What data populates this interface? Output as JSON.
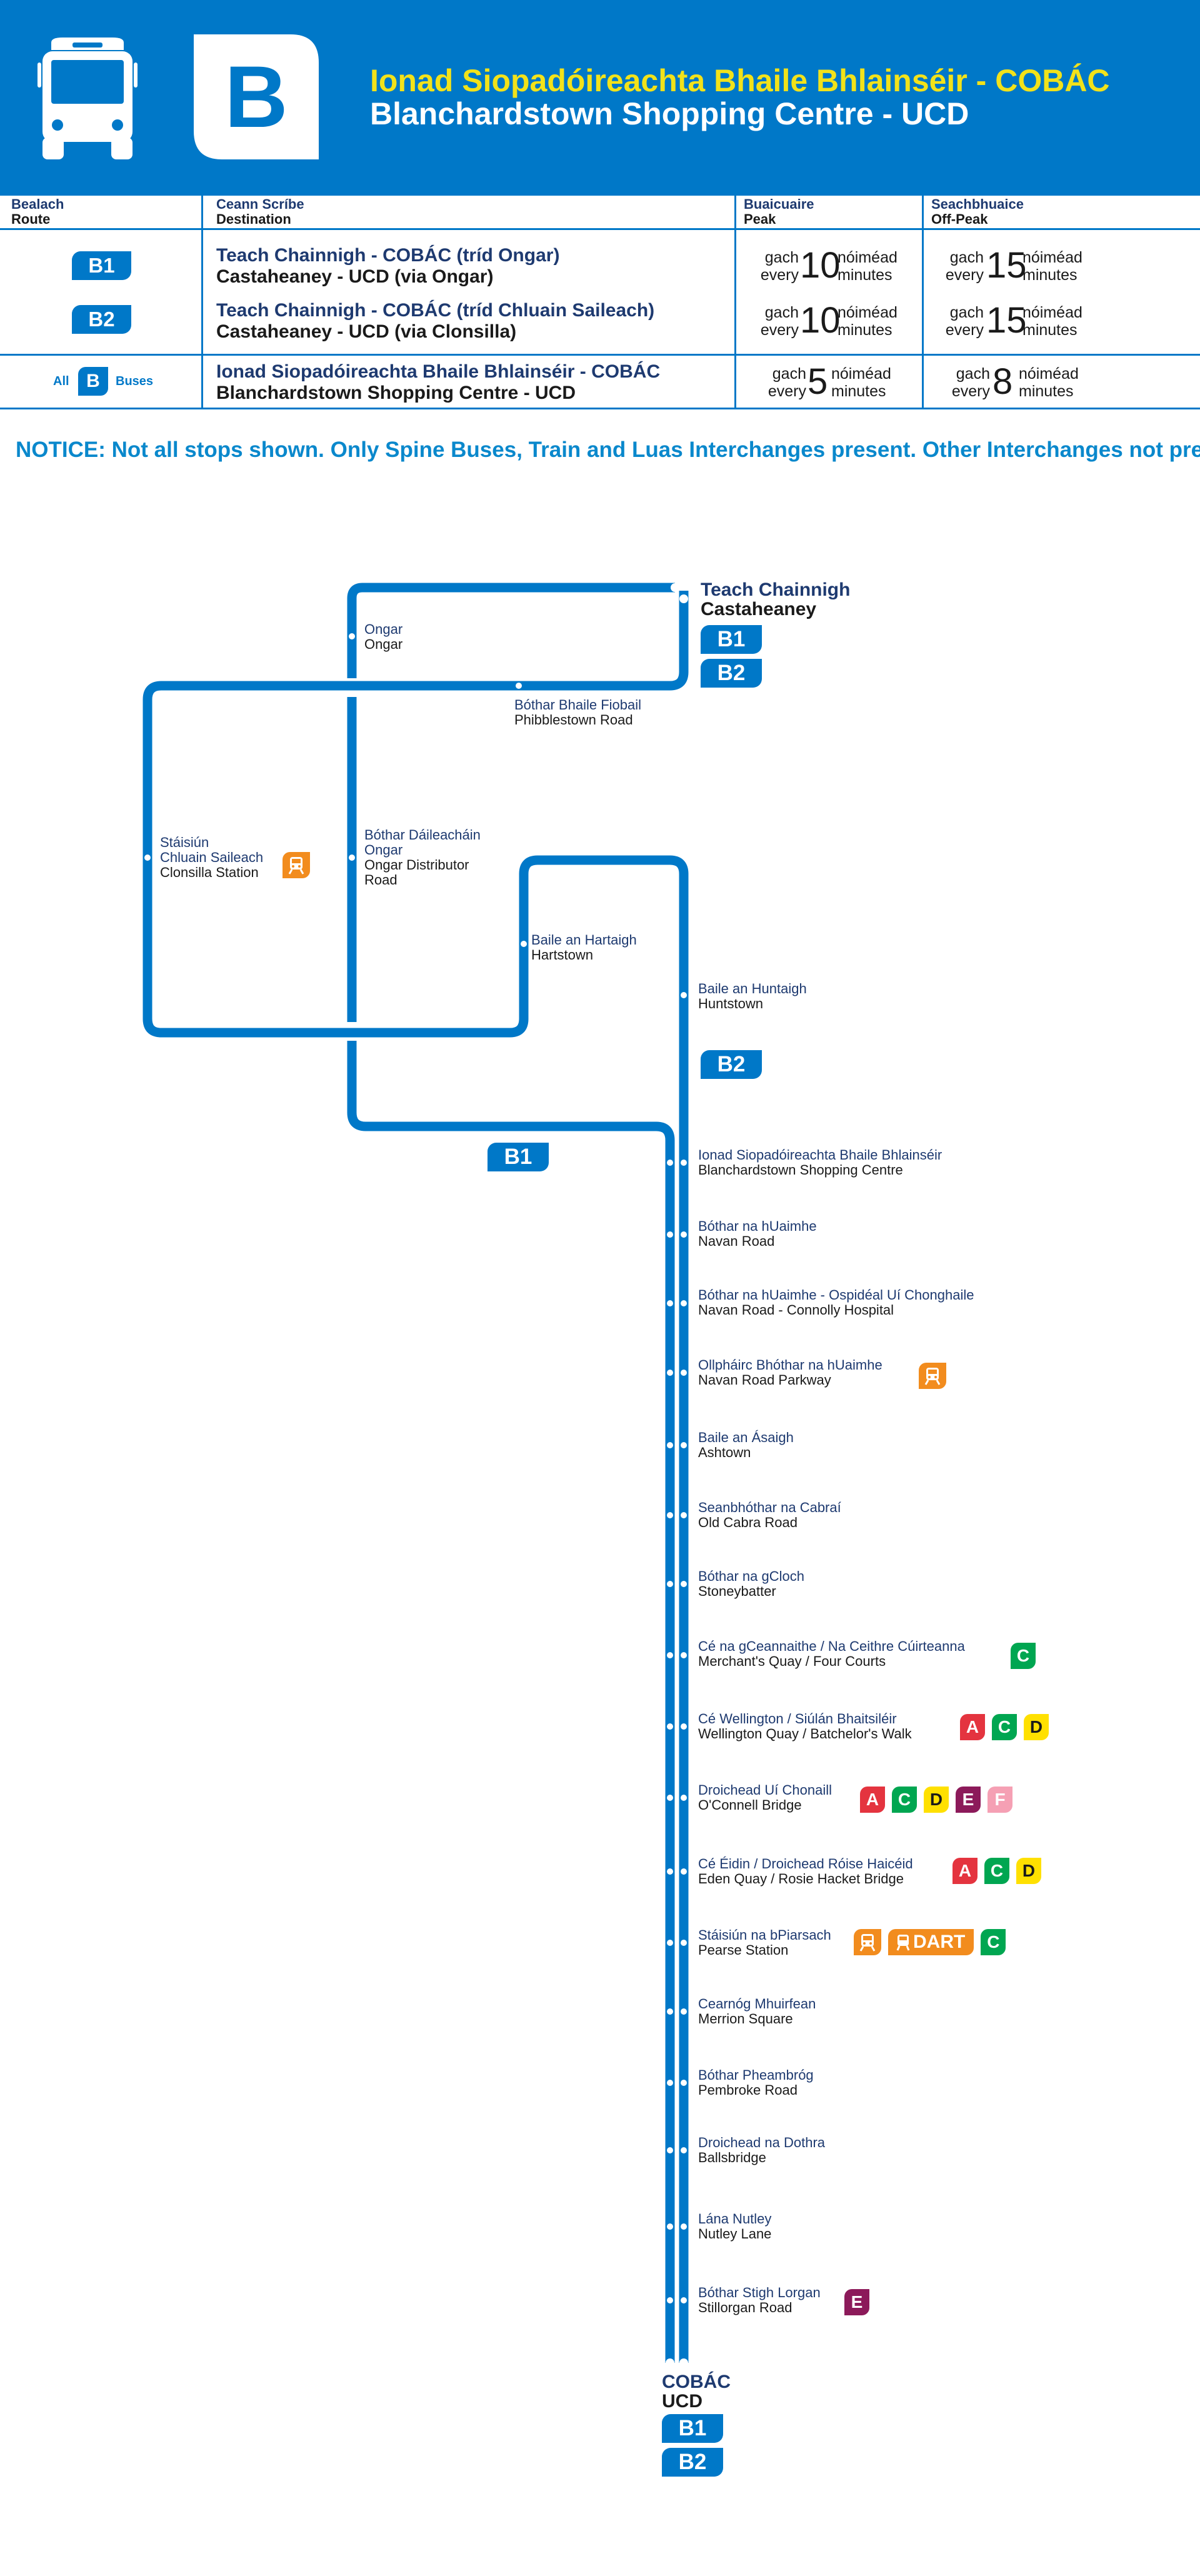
{
  "header": {
    "route_letter": "B",
    "title_ga": "Ionad Siopadóireachta Bhaile Bhlainséir - COBÁC",
    "title_en": "Blanchardstown Shopping Centre - UCD"
  },
  "table": {
    "headers": {
      "route_ga": "Bealach",
      "route_en": "Route",
      "dest_ga": "Ceann Scríbe",
      "dest_en": "Destination",
      "peak_ga": "Buaicuaire",
      "peak_en": "Peak",
      "offpeak_ga": "Seachbhuaice",
      "offpeak_en": "Off-Peak"
    },
    "rows": [
      {
        "route": "B1",
        "dest_ga": "Teach Chainnigh - COBÁC (tríd Ongar)",
        "dest_en": "Castaheaney - UCD (via Ongar)",
        "peak": "10",
        "offpeak": "15"
      },
      {
        "route": "B2",
        "dest_ga": "Teach Chainnigh - COBÁC (tríd Chluain Saileach)",
        "dest_en": "Castaheaney - UCD (via Clonsilla)",
        "peak": "10",
        "offpeak": "15"
      }
    ],
    "all_row": {
      "all": "All",
      "letter": "B",
      "buses": "Buses",
      "dest_ga": "Ionad Siopadóireachta Bhaile Bhlainséir - COBÁC",
      "dest_en": "Blanchardstown Shopping Centre - UCD",
      "peak": "5",
      "offpeak": "8"
    },
    "freq_words": {
      "every_ga": "gach",
      "every_en": "every",
      "min_ga": "nóiméad",
      "min_en": "minutes"
    }
  },
  "notice": "NOTICE: Not all stops shown. Only Spine Buses, Train and Luas Interchanges present. Other Interchanges not present",
  "map": {
    "colors": {
      "route": "#0078c8",
      "train": "#f28c1e",
      "luas_red": "#e4343f",
      "luas_green": "#00a651",
      "luas_yellow": "#ffe000",
      "luas_purple": "#8c1a5a",
      "luas_pink": "#f5a0b4"
    },
    "terminus_start": {
      "ga": "Teach Chainnigh",
      "en": "Castaheaney",
      "routes": [
        "B1",
        "B2"
      ]
    },
    "branch_stops": {
      "ongar": {
        "ga": "Ongar",
        "en": "Ongar"
      },
      "phibblestown": {
        "ga": "Bóthar Bhaile Fiobail",
        "en": "Phibblestown Road"
      },
      "clonsilla": {
        "ga1": "Stáisiún",
        "ga2": "Chluain Saileach",
        "en": "Clonsilla Station"
      },
      "ongar_distributor": {
        "ga1": "Bóthar Dáileacháin",
        "ga2": "Ongar",
        "en1": "Ongar Distributor",
        "en2": "Road"
      },
      "hartstown": {
        "ga": "Baile an Hartaigh",
        "en": "Hartstown"
      },
      "huntstown": {
        "ga": "Baile an Huntaigh",
        "en": "Huntstown"
      }
    },
    "branch_labels": {
      "b1": "B1",
      "b2": "B2"
    },
    "spine_stops": [
      {
        "ga": "Ionad Siopadóireachta Bhaile Bhlainséir",
        "en": "Blanchardstown Shopping Centre"
      },
      {
        "ga": "Bóthar na hUaimhe",
        "en": "Navan Road"
      },
      {
        "ga": "Bóthar na hUaimhe - Ospidéal Uí Chonghaile",
        "en": "Navan Road - Connolly Hospital"
      },
      {
        "ga": "Ollpháirc Bhóthar na hUaimhe",
        "en": "Navan Road Parkway"
      },
      {
        "ga": "Baile an Ásaigh",
        "en": "Ashtown"
      },
      {
        "ga": "Seanbhóthar na Cabraí",
        "en": "Old Cabra Road"
      },
      {
        "ga": "Bóthar na gCloch",
        "en": "Stoneybatter"
      },
      {
        "ga": "Cé na gCeannaithe / Na Ceithre Cúirteanna",
        "en": "Merchant's Quay / Four Courts"
      },
      {
        "ga": "Cé Wellington / Siúlán Bhaitsiléir",
        "en": "Wellington Quay / Batchelor's Walk"
      },
      {
        "ga": "Droichead Uí Chonaill",
        "en": "O'Connell Bridge"
      },
      {
        "ga": "Cé Éidin / Droichead Róise Haicéid",
        "en": "Eden Quay / Rosie Hacket Bridge"
      },
      {
        "ga": "Stáisiún na bPiarsach",
        "en": "Pearse Station"
      },
      {
        "ga": "Cearnóg Mhuirfean",
        "en": "Merrion Square"
      },
      {
        "ga": "Bóthar Pheambróg",
        "en": "Pembroke Road"
      },
      {
        "ga": "Droichead na Dothra",
        "en": "Ballsbridge"
      },
      {
        "ga": "Lána Nutley",
        "en": "Nutley Lane"
      },
      {
        "ga": "Bóthar Stigh Lorgan",
        "en": "Stillorgan Road"
      }
    ],
    "interchanges": {
      "navan_parkway": [
        "train"
      ],
      "merchants_quay": [
        "C"
      ],
      "wellington_quay": [
        "A",
        "C",
        "D"
      ],
      "oconnell_bridge": [
        "A",
        "C",
        "D",
        "E",
        "F"
      ],
      "eden_quay": [
        "A",
        "C",
        "D"
      ],
      "pearse": [
        "train",
        "DART",
        "C"
      ],
      "stillorgan": [
        "E"
      ]
    },
    "dart_label": "DART",
    "terminus_end": {
      "ga": "COBÁC",
      "en": "UCD",
      "routes": [
        "B1",
        "B2"
      ]
    }
  }
}
